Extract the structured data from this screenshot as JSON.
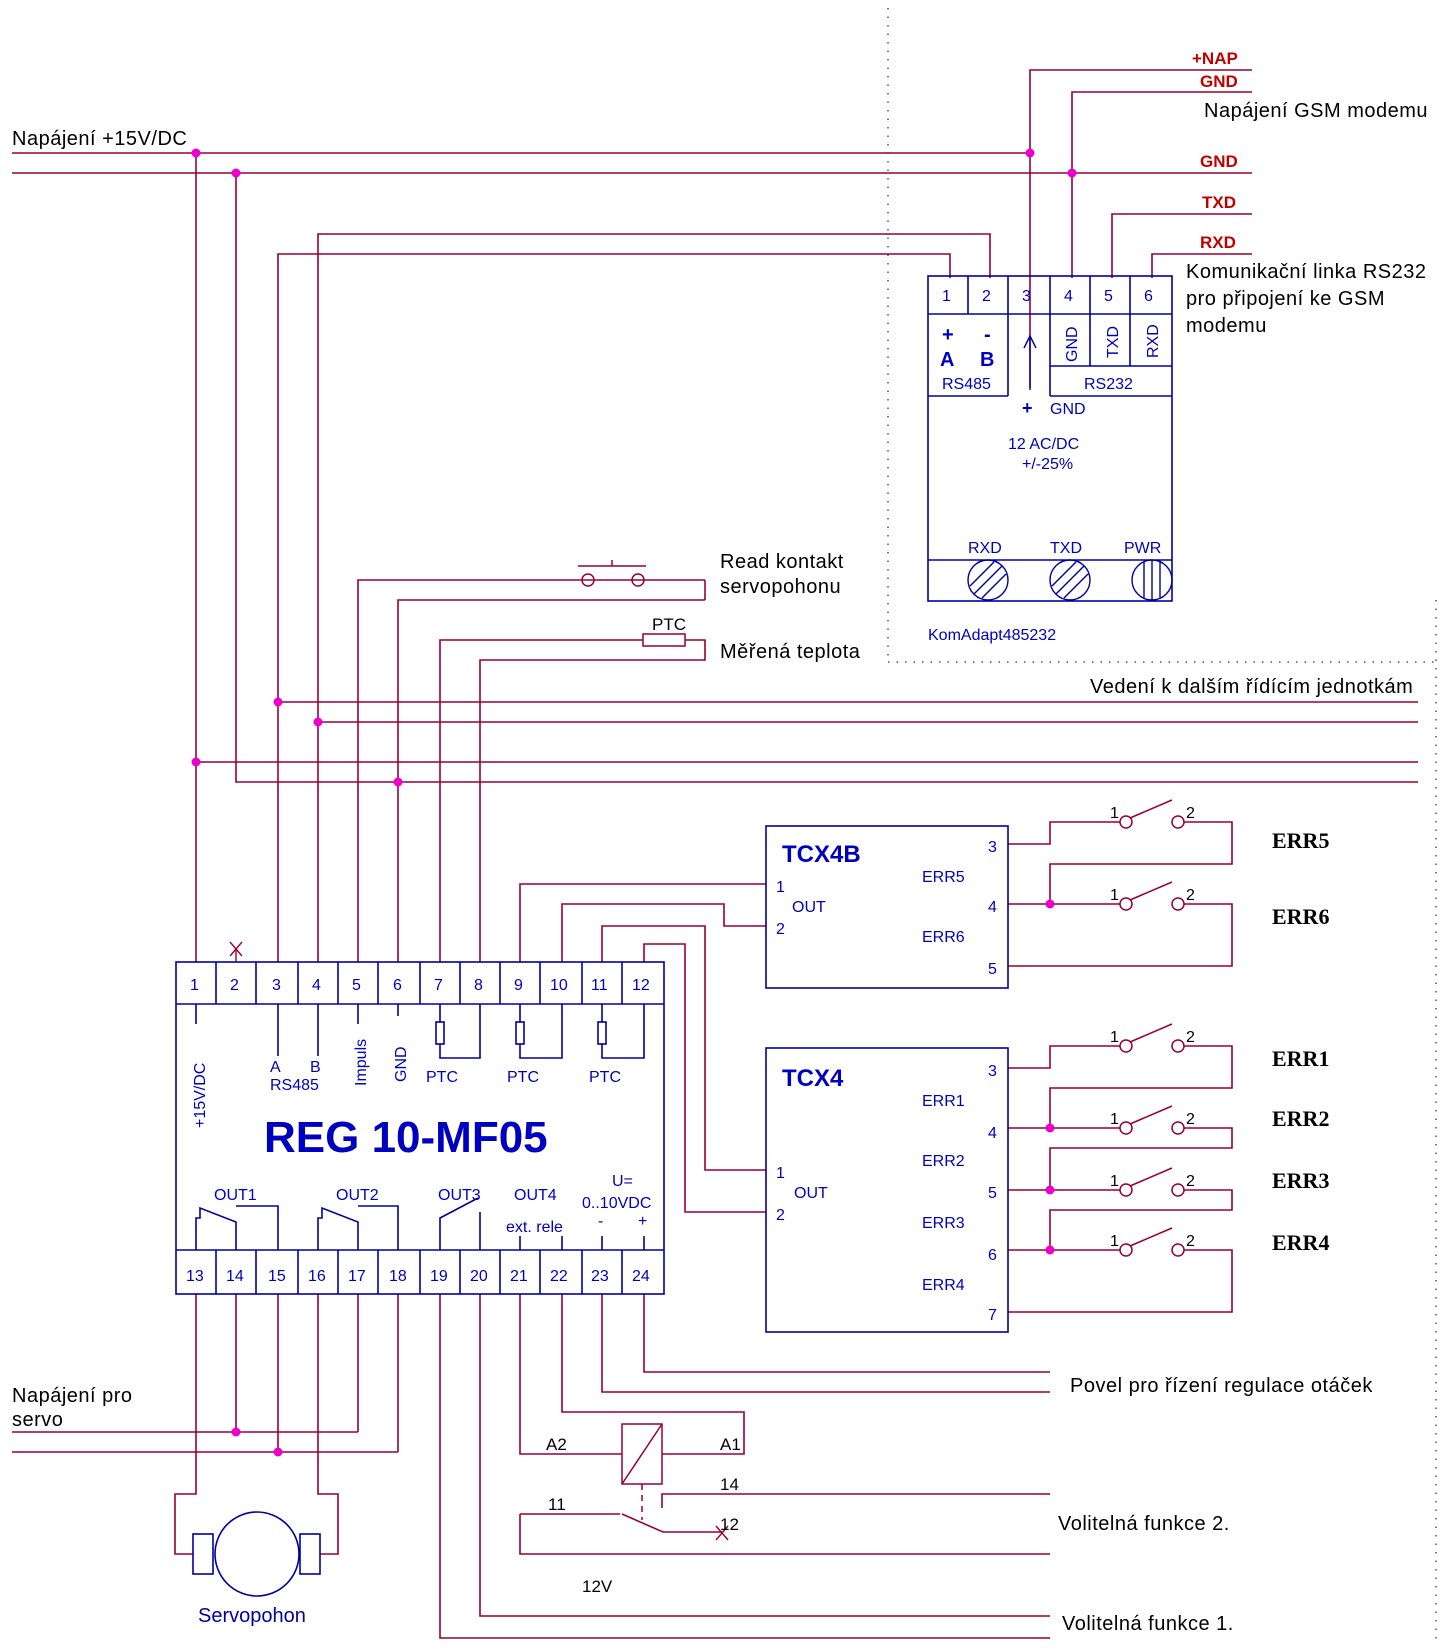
{
  "labels": {
    "supply_15v": "Napájení +15V/DC",
    "nap": "+NAP",
    "gnd": "GND",
    "gsm_supply": "Napájení GSM modemu",
    "txd": "TXD",
    "rxd": "RXD",
    "rs232_line_1": "Komunikační linka RS232",
    "rs232_line_2": "pro připojení ke GSM",
    "rs232_line_3": "modemu",
    "read_kontakt_1": "Read kontakt",
    "read_kontakt_2": "servopohonu",
    "ptc": "PTC",
    "merena_teplota": "Měřená teplota",
    "vedeni": "Vedení k dalším řídícím jednotkám",
    "napajeni_servo_1": "Napájení pro",
    "napajeni_servo_2": "servo",
    "servopohon": "Servopohon",
    "povel": "Povel pro řízení regulace otáček",
    "volitelna_2": "Volitelná funkce 2.",
    "volitelna_1": "Volitelná funkce 1.",
    "v12": "12V",
    "relay_a1": "A1",
    "relay_a2": "A2",
    "relay_11": "11",
    "relay_12": "12",
    "relay_14": "14"
  },
  "komadapt": {
    "name": "KomAdapt485232",
    "terminals": [
      "1",
      "2",
      "3",
      "4",
      "5",
      "6"
    ],
    "plus": "+",
    "minus": "-",
    "a": "A",
    "b": "B",
    "rs485": "RS485",
    "rs232": "RS232",
    "gnd_v": "GND",
    "txd_v": "TXD",
    "rxd_v": "RXD",
    "plus_gnd_plus": "+",
    "plus_gnd_gnd": "GND",
    "voltage_1": "12 AC/DC",
    "voltage_2": "+/-25%",
    "led_rxd": "RXD",
    "led_txd": "TXD",
    "led_pwr": "PWR"
  },
  "reg": {
    "name": "REG 10-MF05",
    "top_terminals": [
      "1",
      "2",
      "3",
      "4",
      "5",
      "6",
      "7",
      "8",
      "9",
      "10",
      "11",
      "12"
    ],
    "bottom_terminals": [
      "13",
      "14",
      "15",
      "16",
      "17",
      "18",
      "19",
      "20",
      "21",
      "22",
      "23",
      "24"
    ],
    "v15": "+15V/DC",
    "a": "A",
    "b": "B",
    "rs485": "RS485",
    "impuls": "Impuls",
    "gnd": "GND",
    "ptc": "PTC",
    "out1": "OUT1",
    "out2": "OUT2",
    "out3": "OUT3",
    "out4": "OUT4",
    "ext_rele": "ext. rele",
    "u_eq": "U=",
    "u_range": "0..10VDC",
    "minus": "-",
    "plus": "+"
  },
  "tcx4b": {
    "name": "TCX4B",
    "in1": "1",
    "in2": "2",
    "out": "OUT",
    "terminals": [
      "3",
      "4",
      "5"
    ],
    "err_labels": [
      "ERR5",
      "ERR6"
    ]
  },
  "tcx4": {
    "name": "TCX4",
    "in1": "1",
    "in2": "2",
    "out": "OUT",
    "terminals": [
      "3",
      "4",
      "5",
      "6",
      "7"
    ],
    "err_labels": [
      "ERR1",
      "ERR2",
      "ERR3",
      "ERR4"
    ]
  },
  "switch_pins": {
    "p1": "1",
    "p2": "2"
  },
  "err_names": [
    "ERR5",
    "ERR6",
    "ERR1",
    "ERR2",
    "ERR3",
    "ERR4"
  ],
  "colors": {
    "wire": "#990033",
    "box": "#0000a0",
    "junction": "#ee00cc",
    "red_label": "#c00000",
    "blue_text": "#0000c0"
  }
}
